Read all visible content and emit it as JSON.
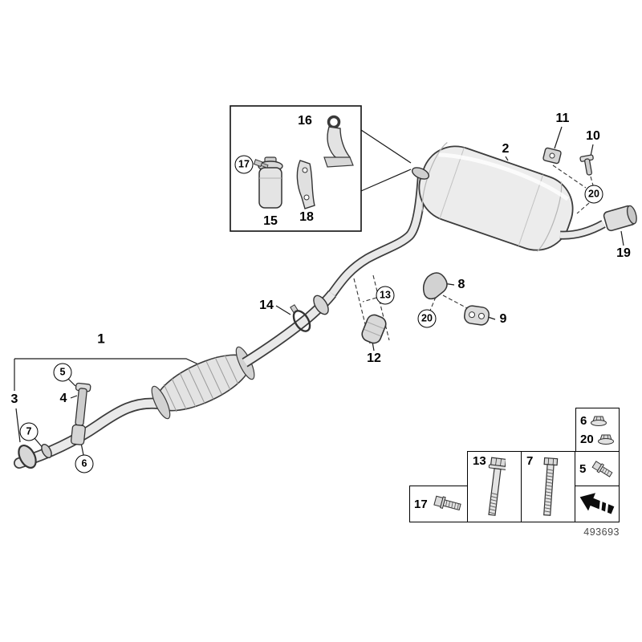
{
  "drawing_number": "493693",
  "callouts": [
    {
      "label": "16",
      "circled": false
    },
    {
      "label": "17",
      "circled": true
    },
    {
      "label": "15",
      "circled": false
    },
    {
      "label": "18",
      "circled": false
    },
    {
      "label": "2",
      "circled": false
    },
    {
      "label": "11",
      "circled": false
    },
    {
      "label": "10",
      "circled": false
    },
    {
      "label": "20",
      "circled": true
    },
    {
      "label": "19",
      "circled": false
    },
    {
      "label": "8",
      "circled": false
    },
    {
      "label": "14",
      "circled": false
    },
    {
      "label": "13",
      "circled": true
    },
    {
      "label": "20",
      "circled": true
    },
    {
      "label": "9",
      "circled": false
    },
    {
      "label": "12",
      "circled": false
    },
    {
      "label": "1",
      "circled": false
    },
    {
      "label": "5",
      "circled": true
    },
    {
      "label": "4",
      "circled": false
    },
    {
      "label": "3",
      "circled": false
    },
    {
      "label": "7",
      "circled": true
    },
    {
      "label": "6",
      "circled": true
    }
  ],
  "fastener_table": {
    "nut_box": {
      "labels": [
        "6",
        "20"
      ],
      "icon": "flange-nut-icon"
    },
    "cells": [
      {
        "label": "17",
        "icon": "short-flange-bolt-icon"
      },
      {
        "label": "13",
        "icon": "long-hex-bolt-icon"
      },
      {
        "label": "7",
        "icon": "long-threaded-bolt-icon"
      },
      {
        "label": "5",
        "icon": "flange-bolt-icon"
      },
      {
        "label": "",
        "icon": "direction-of-travel-arrow-icon"
      }
    ]
  },
  "drawing": {
    "parts": [
      "front-flex-clamp",
      "front-pipe",
      "catalytic-converter-heat-shield",
      "pipe-bracket",
      "center-pipe",
      "pipe-clamp",
      "rubber-bushing",
      "hook-bracket",
      "rubber-mount",
      "rear-muffler",
      "tailpipe-tip",
      "muffler-bracket",
      "hanger-pin",
      "exhaust-flap-actuator",
      "actuator-screw",
      "hanger-bracket",
      "bracket-plate"
    ],
    "colors": {
      "outline": "#3c3c3c",
      "fill_light": "#ececec",
      "fill_mid": "#d9d9d9"
    }
  }
}
